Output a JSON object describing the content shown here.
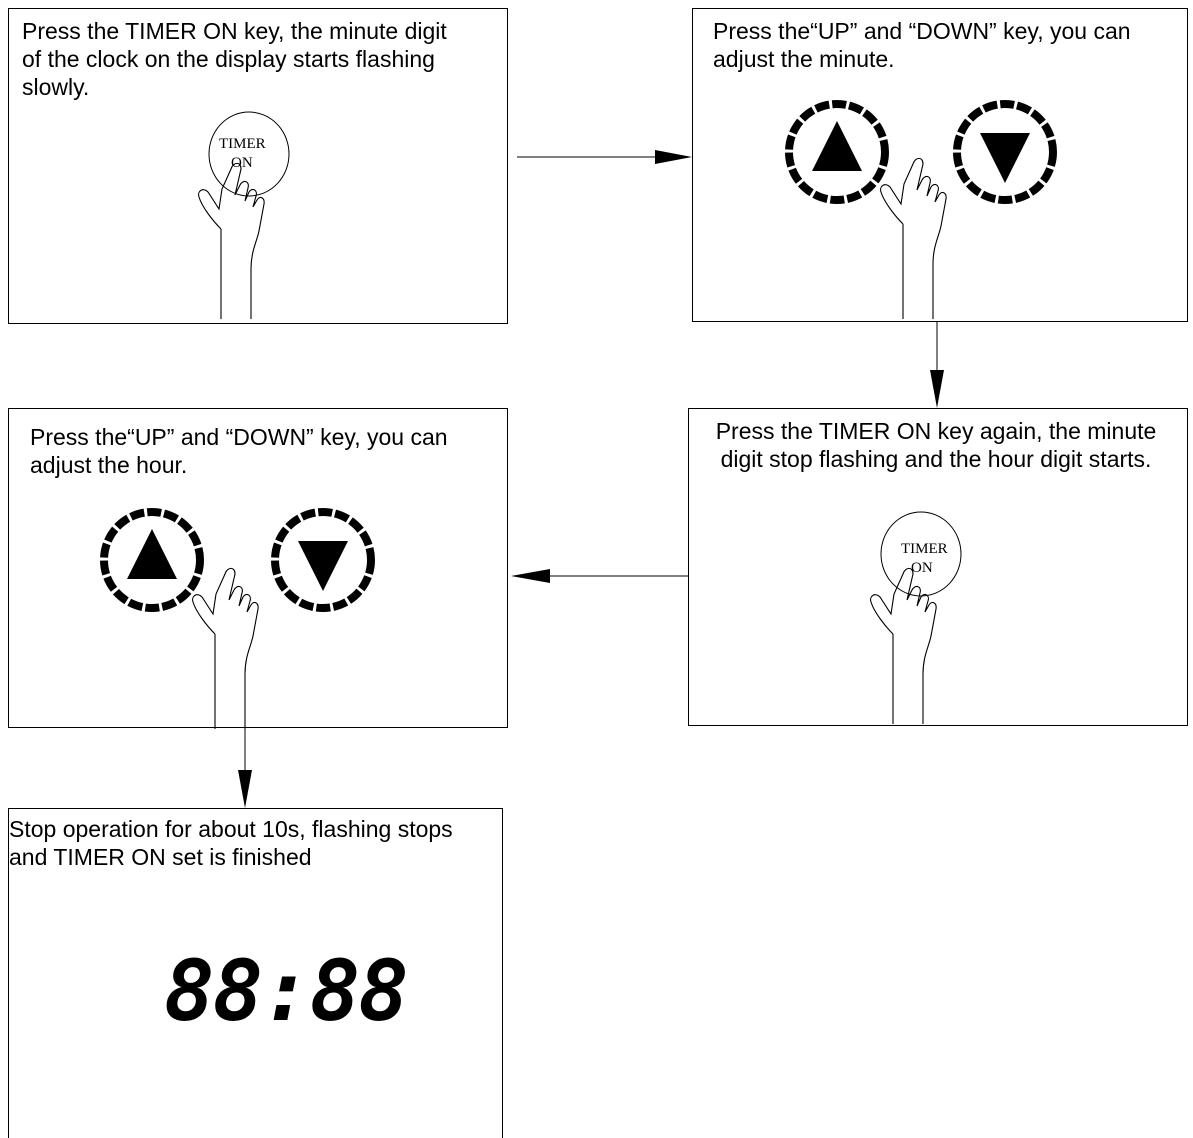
{
  "steps": [
    {
      "text": "Press the TIMER ON key, the minute digit\nof the clock on the display starts flashing\nslowly.",
      "button": "timer-on"
    },
    {
      "text": "Press the“UP” and “DOWN” key, you can\nadjust the minute.",
      "button": "up-down"
    },
    {
      "text": "Press the TIMER ON key again, the minute\ndigit stop flashing and the hour digit starts.",
      "button": "timer-on"
    },
    {
      "text": "Press the“UP” and “DOWN” key, you can\nadjust the hour.",
      "button": "up-down"
    },
    {
      "text": "Stop operation for about 10s, flashing stops\nand TIMER ON set is finished",
      "button": "display"
    }
  ],
  "timer_button": {
    "line1": "TIMER",
    "line2": "ON"
  },
  "display_digits": "88:88",
  "icons": [
    "hand-pointer-icon",
    "up-triangle-icon",
    "down-triangle-icon",
    "arrow-right-icon",
    "arrow-down-icon",
    "arrow-left-icon"
  ]
}
